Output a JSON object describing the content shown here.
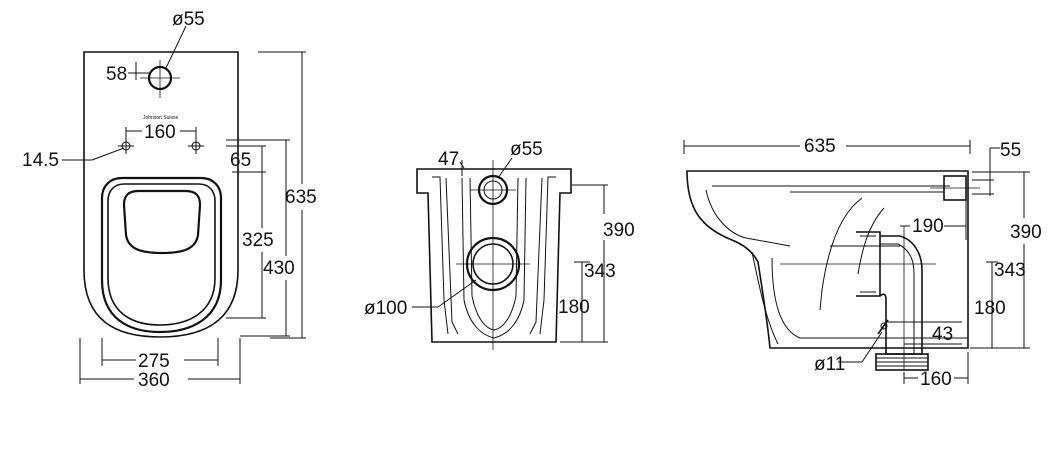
{
  "colors": {
    "line": "#111111",
    "background": "#ffffff"
  },
  "plan_view": {
    "dim_d55": "ø55",
    "dim_58": "58",
    "brand": "Johnson Suisse",
    "dim_160": "160",
    "dim_14_5": "14.5",
    "dim_65": "65",
    "dim_325": "325",
    "dim_430": "430",
    "dim_635": "635",
    "dim_275": "275",
    "dim_360": "360"
  },
  "rear_view": {
    "dim_47": "47",
    "dim_d55": "ø55",
    "dim_390": "390",
    "dim_343": "343",
    "dim_180": "180",
    "dim_d100": "ø100"
  },
  "side_view": {
    "dim_635": "635",
    "dim_55": "55",
    "dim_190": "190",
    "dim_390": "390",
    "dim_343": "343",
    "dim_180": "180",
    "dim_43": "43",
    "dim_d11": "ø11",
    "dim_160": "160"
  }
}
